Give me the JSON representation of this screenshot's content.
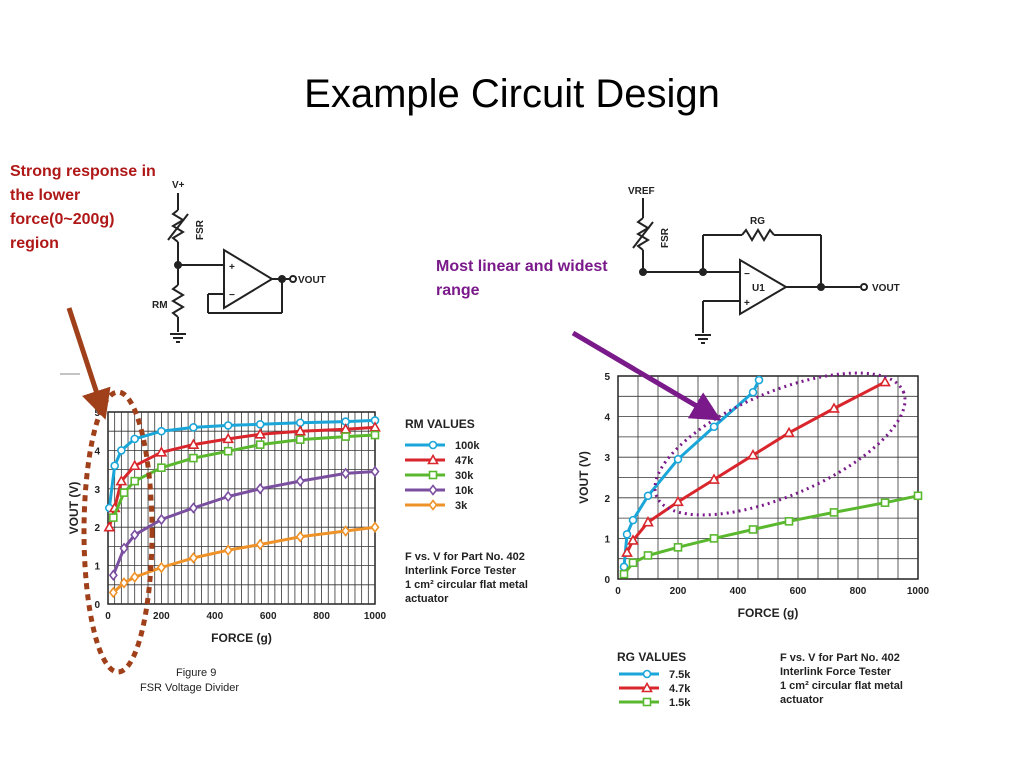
{
  "slide": {
    "title": "Example Circuit Design",
    "note_left": "Strong response in the lower force(0~200g) region",
    "note_right": "Most linear and widest range"
  },
  "circuits": {
    "left": {
      "vplus": "V+",
      "fsr": "FSR",
      "rm": "RM",
      "vout": "VOUT",
      "plus": "+",
      "minus": "−"
    },
    "right": {
      "vref": "VREF",
      "fsr": "FSR",
      "rg": "RG",
      "u1": "U1",
      "vout": "VOUT",
      "plus": "+",
      "minus": "−"
    }
  },
  "colors": {
    "blue": "#1aa6d8",
    "red": "#d9262c",
    "green": "#5ab82f",
    "purple": "#7b4fa0",
    "orange": "#ee9228",
    "annotation_arrow_left": "#a0401a",
    "annotation_arrow_right": "#7a1a8a",
    "grid": "#222222"
  },
  "chart_data": [
    {
      "type": "line",
      "legend_title": "RM VALUES",
      "xlabel": "FORCE (g)",
      "ylabel": "VOUT (V)",
      "xlim": [
        0,
        1000
      ],
      "ylim": [
        0,
        5
      ],
      "x_ticks": [
        "0",
        "200",
        "400",
        "600",
        "800",
        "1000"
      ],
      "y_ticks": [
        "0",
        "1",
        "2",
        "3",
        "4",
        "5"
      ],
      "grid": true,
      "legend_position": "right",
      "caption": [
        "F vs. V for Part No. 402",
        "Interlink Force Tester",
        "1 cm² circular flat metal",
        "actuator"
      ],
      "figure": [
        "Figure 9",
        "FSR Voltage Divider"
      ],
      "series": [
        {
          "name": "100k",
          "color": "#1aa6d8",
          "marker": "circle",
          "x": [
            5,
            25,
            50,
            100,
            200,
            320,
            450,
            570,
            720,
            890,
            1000
          ],
          "y": [
            2.5,
            3.6,
            4.0,
            4.3,
            4.5,
            4.6,
            4.65,
            4.68,
            4.72,
            4.75,
            4.78
          ]
        },
        {
          "name": "47k",
          "color": "#d9262c",
          "marker": "triangle",
          "x": [
            5,
            25,
            50,
            100,
            200,
            320,
            450,
            570,
            720,
            890,
            1000
          ],
          "y": [
            2.0,
            2.5,
            3.2,
            3.6,
            3.95,
            4.15,
            4.3,
            4.42,
            4.5,
            4.55,
            4.6
          ]
        },
        {
          "name": "30k",
          "color": "#5ab82f",
          "marker": "square",
          "x": [
            20,
            60,
            100,
            200,
            320,
            450,
            570,
            720,
            890,
            1000
          ],
          "y": [
            2.25,
            2.9,
            3.2,
            3.55,
            3.8,
            3.98,
            4.15,
            4.28,
            4.36,
            4.4
          ]
        },
        {
          "name": "10k",
          "color": "#7b4fa0",
          "marker": "diamond",
          "x": [
            20,
            60,
            100,
            200,
            320,
            450,
            570,
            720,
            890,
            1000
          ],
          "y": [
            0.75,
            1.45,
            1.8,
            2.2,
            2.5,
            2.8,
            3.0,
            3.2,
            3.4,
            3.45
          ]
        },
        {
          "name": "3k",
          "color": "#ee9228",
          "marker": "diamond",
          "x": [
            20,
            60,
            100,
            200,
            320,
            450,
            570,
            720,
            890,
            1000
          ],
          "y": [
            0.3,
            0.55,
            0.7,
            0.95,
            1.2,
            1.4,
            1.55,
            1.75,
            1.9,
            2.0
          ]
        }
      ]
    },
    {
      "type": "line",
      "legend_title": "RG VALUES",
      "xlabel": "FORCE (g)",
      "ylabel": "VOUT (V)",
      "xlim": [
        0,
        1000
      ],
      "ylim": [
        0,
        5
      ],
      "x_ticks": [
        "0",
        "200",
        "400",
        "600",
        "800",
        "1000"
      ],
      "y_ticks": [
        "0",
        "1",
        "2",
        "3",
        "4",
        "5"
      ],
      "grid": true,
      "legend_position": "bottom",
      "caption": [
        "F vs. V for Part No. 402",
        "Interlink Force Tester",
        "1 cm² circular flat metal",
        "actuator"
      ],
      "series": [
        {
          "name": "7.5k",
          "color": "#1aa6d8",
          "marker": "circle",
          "x": [
            20,
            30,
            50,
            100,
            200,
            320,
            450,
            470
          ],
          "y": [
            0.3,
            1.1,
            1.45,
            2.05,
            2.95,
            3.75,
            4.6,
            4.9
          ]
        },
        {
          "name": "4.7k",
          "color": "#d9262c",
          "marker": "triangle",
          "x": [
            30,
            50,
            100,
            200,
            320,
            450,
            570,
            720,
            890
          ],
          "y": [
            0.65,
            0.95,
            1.4,
            1.9,
            2.45,
            3.05,
            3.6,
            4.2,
            4.85
          ]
        },
        {
          "name": "1.5k",
          "color": "#5ab82f",
          "marker": "square",
          "x": [
            20,
            50,
            100,
            200,
            320,
            450,
            570,
            720,
            890,
            1000
          ],
          "y": [
            0.12,
            0.4,
            0.58,
            0.78,
            1.0,
            1.22,
            1.42,
            1.64,
            1.88,
            2.05
          ]
        }
      ]
    }
  ]
}
